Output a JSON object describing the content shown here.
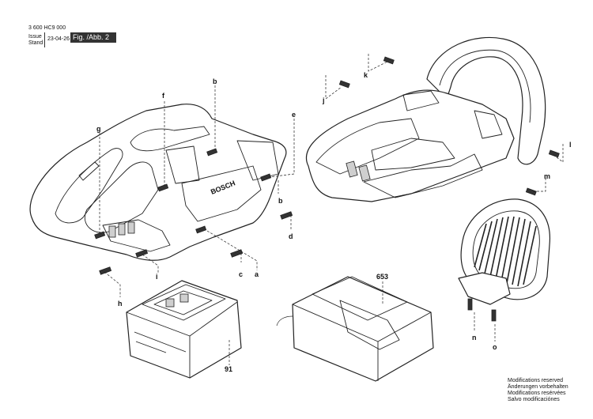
{
  "header": {
    "doc_number": "3 600 HC9 000",
    "issue_label_1": "Issue",
    "issue_label_2": "Stand",
    "issue_date": "23-04-26",
    "fig_label": "Fig. /Abb. 2"
  },
  "callouts": {
    "a": "a",
    "b1": "b",
    "b2": "b",
    "c": "c",
    "d": "d",
    "e": "e",
    "f": "f",
    "g": "g",
    "h": "h",
    "i": "i",
    "j": "j",
    "k": "k",
    "l": "l",
    "m": "m",
    "n": "n",
    "o": "o",
    "battery": "91",
    "charger": "653"
  },
  "brand_text": "BOSCH",
  "footer_notes": [
    "Modifications reserved",
    "Änderungen vorbehalten",
    "Modifications resérvées",
    "Salvo modificaciónes"
  ]
}
